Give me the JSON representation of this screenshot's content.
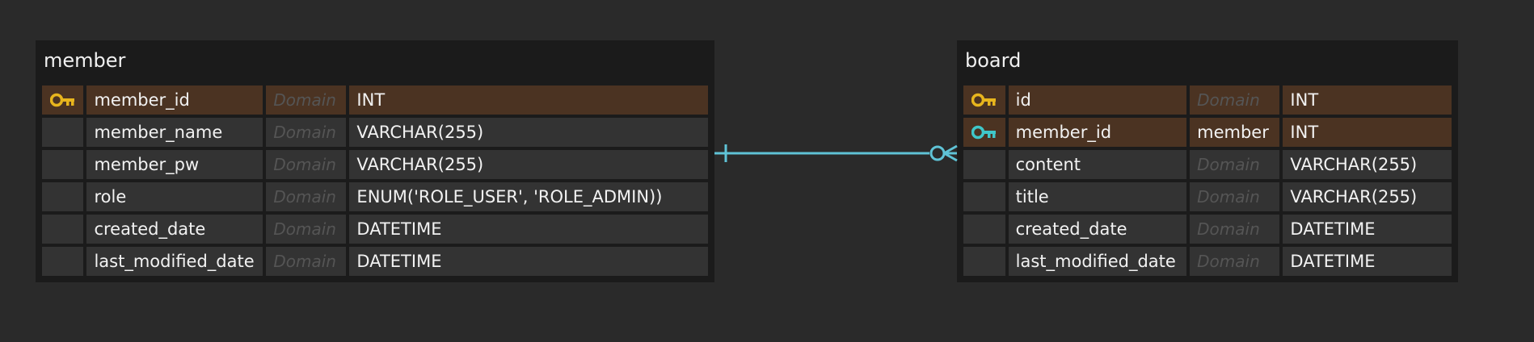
{
  "colors": {
    "background": "#2a2a2a",
    "table_body": "#1b1b1b",
    "row": "#333333",
    "pk_row": "#4b3322",
    "pk_key": "#e8b51d",
    "fk_key": "#3fc7c9",
    "relationship_line": "#5fc3d6"
  },
  "tables": {
    "member": {
      "title": "member",
      "rows": [
        {
          "icon": "primary-key-icon",
          "name": "member_id",
          "domain": "Domain",
          "type": "INT"
        },
        {
          "icon": "",
          "name": "member_name",
          "domain": "Domain",
          "type": "VARCHAR(255)"
        },
        {
          "icon": "",
          "name": "member_pw",
          "domain": "Domain",
          "type": "VARCHAR(255)"
        },
        {
          "icon": "",
          "name": "role",
          "domain": "Domain",
          "type": "ENUM('ROLE_USER', 'ROLE_ADMIN))"
        },
        {
          "icon": "",
          "name": "created_date",
          "domain": "Domain",
          "type": "DATETIME"
        },
        {
          "icon": "",
          "name": "last_modified_date",
          "domain": "Domain",
          "type": "DATETIME"
        }
      ]
    },
    "board": {
      "title": "board",
      "rows": [
        {
          "icon": "primary-key-icon",
          "name": "id",
          "domain": "Domain",
          "type": "INT"
        },
        {
          "icon": "foreign-key-icon",
          "name": "member_id",
          "domain": "member",
          "type": "INT"
        },
        {
          "icon": "",
          "name": "content",
          "domain": "Domain",
          "type": "VARCHAR(255)"
        },
        {
          "icon": "",
          "name": "title",
          "domain": "Domain",
          "type": "VARCHAR(255)"
        },
        {
          "icon": "",
          "name": "created_date",
          "domain": "Domain",
          "type": "DATETIME"
        },
        {
          "icon": "",
          "name": "last_modified_date",
          "domain": "Domain",
          "type": "DATETIME"
        }
      ]
    }
  },
  "relationship": {
    "from": "member.member_id",
    "to": "board.member_id",
    "from_cardinality": "one",
    "to_cardinality": "zero-or-many"
  }
}
